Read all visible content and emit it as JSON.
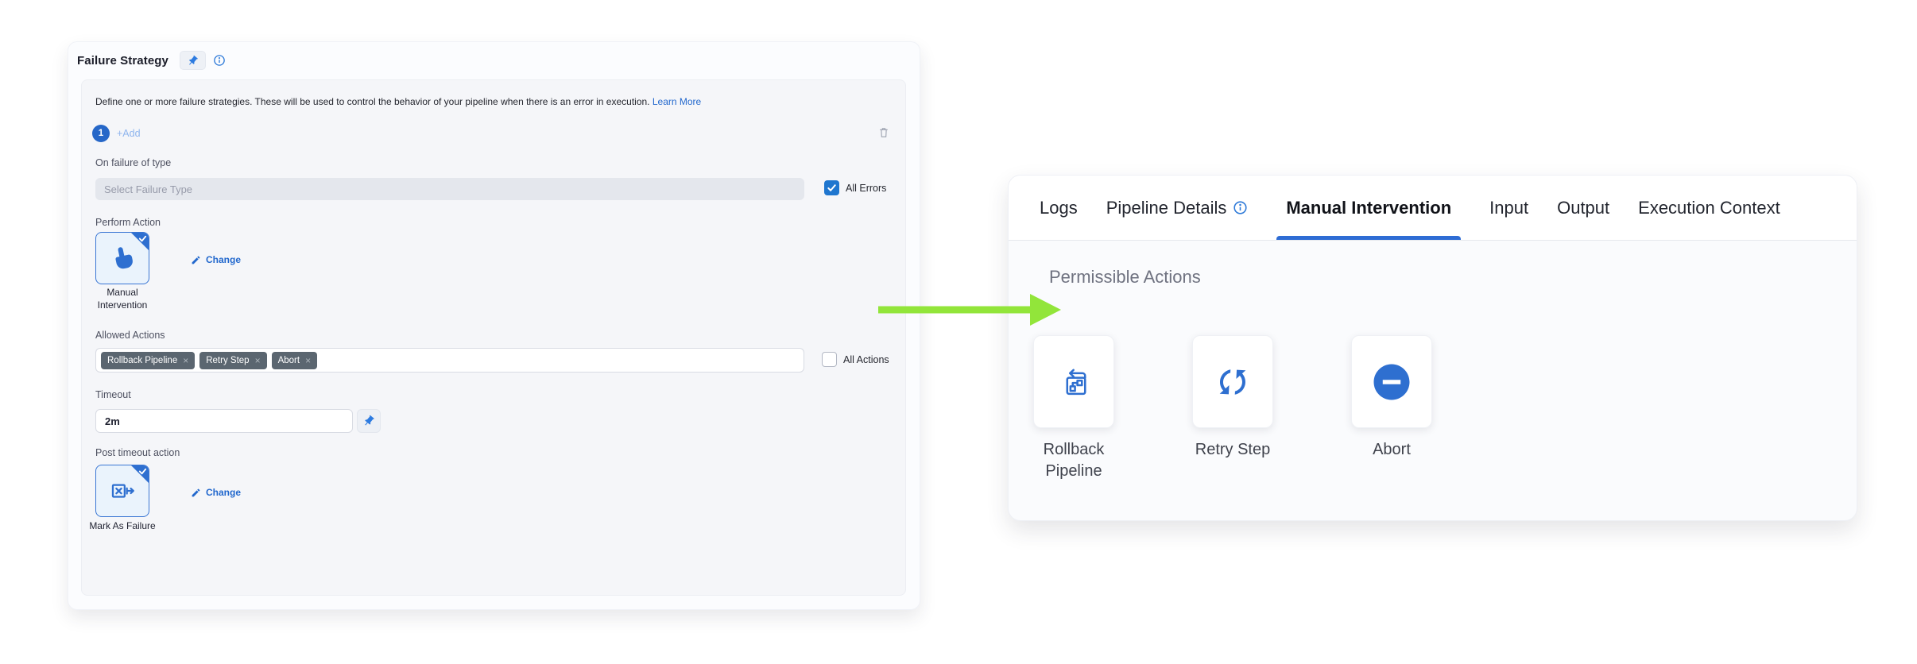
{
  "colors": {
    "accent_blue": "#2e6fd0",
    "checkbox_blue": "#1f76cf",
    "link_blue": "#2268cd",
    "tag_bg": "#5b6670",
    "arrow_green": "#92e53a"
  },
  "failure_strategy": {
    "title": "Failure Strategy",
    "description": "Define one or more failure strategies. These will be used to control the behavior of your pipeline when there is an error in execution.",
    "learn_more_label": "Learn More",
    "strategy_index": "1",
    "add_label": "+Add",
    "on_failure": {
      "label": "On failure of type",
      "placeholder": "Select Failure Type",
      "all_errors_label": "All Errors",
      "all_errors_checked": true
    },
    "perform_action": {
      "label": "Perform Action",
      "selected_action": "Manual Intervention",
      "change_label": "Change"
    },
    "allowed_actions": {
      "label": "Allowed Actions",
      "tags": [
        {
          "label": "Rollback Pipeline"
        },
        {
          "label": "Retry Step"
        },
        {
          "label": "Abort"
        }
      ],
      "remove_glyph": "×",
      "all_actions_label": "All Actions",
      "all_actions_checked": false
    },
    "timeout": {
      "label": "Timeout",
      "value": "2m"
    },
    "post_timeout_action": {
      "label": "Post timeout action",
      "selected_action": "Mark As Failure",
      "change_label": "Change"
    }
  },
  "execution_panel": {
    "tabs": [
      {
        "label": "Logs",
        "active": false
      },
      {
        "label": "Pipeline Details",
        "active": false,
        "info_icon": true
      },
      {
        "label": "Manual Intervention",
        "active": true
      },
      {
        "label": "Input",
        "active": false
      },
      {
        "label": "Output",
        "active": false
      },
      {
        "label": "Execution Context",
        "active": false
      }
    ],
    "section_title": "Permissible Actions",
    "actions": [
      {
        "label": "Rollback Pipeline",
        "icon": "rollback-pipeline-icon"
      },
      {
        "label": "Retry Step",
        "icon": "retry-icon"
      },
      {
        "label": "Abort",
        "icon": "abort-icon"
      }
    ]
  }
}
